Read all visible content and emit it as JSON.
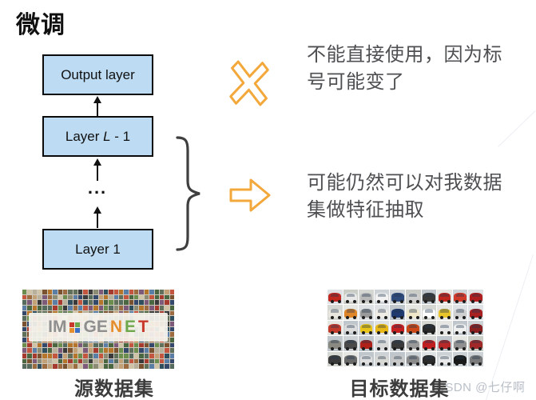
{
  "title": "微调",
  "network": {
    "output_layer": "Output layer",
    "hidden_pre": "Layer ",
    "hidden_var": "L",
    "hidden_post": " - 1",
    "ellipsis": "...",
    "layer1": "Layer 1"
  },
  "annotations": {
    "cross_note": "不能直接使用，因为标号可能变了",
    "arrow_note": "可能仍然可以对我数据集做特征抽取"
  },
  "datasets": {
    "source_label": "源数据集",
    "target_label": "目标数据集",
    "imagenet_logo": {
      "im": "IM",
      "ge": "GE",
      "n": "N",
      "e": "E",
      "t": "T"
    }
  },
  "watermark": "CSDN @七仔啊",
  "colors": {
    "box_fill": "#BDDCF3",
    "accent_orange": "#F3A83B",
    "note_text": "#4E4F51"
  }
}
